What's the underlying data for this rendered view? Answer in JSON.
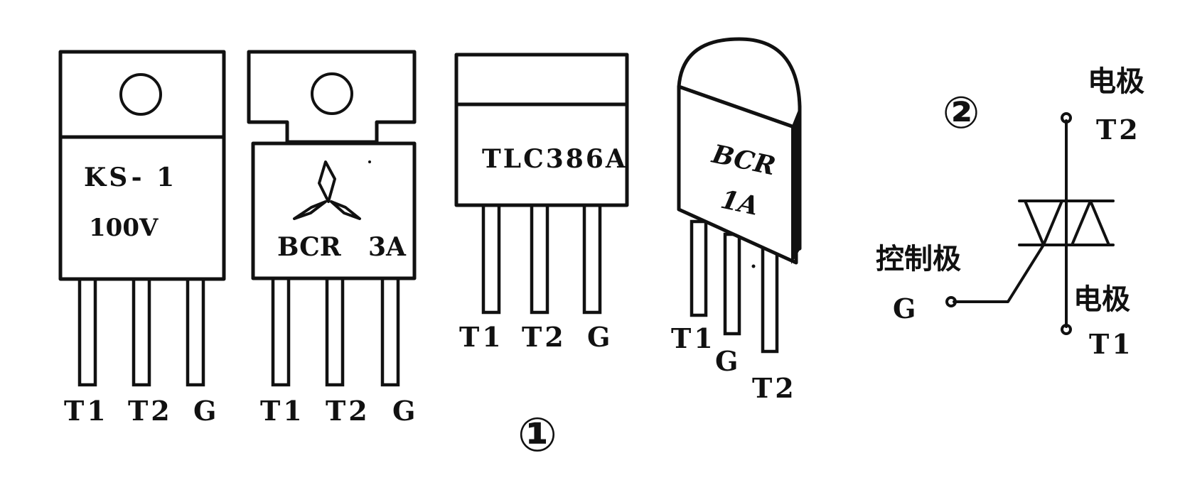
{
  "packages": [
    {
      "id": "ks1",
      "marking_line1": "KS- 1",
      "marking_line2": "100V",
      "pins": [
        "T1",
        "T2",
        "G"
      ]
    },
    {
      "id": "bcr3a",
      "marking_line1": "BCR",
      "marking_line2": "3A",
      "logo": "three-diamond-logo",
      "pins": [
        "T1",
        "T2",
        "G"
      ]
    },
    {
      "id": "tlc386a",
      "marking_line1": "TLC386A",
      "pins": [
        "T1",
        "T2",
        "G"
      ]
    },
    {
      "id": "bcr1a",
      "marking_line1": "BCR",
      "marking_line2": "1A",
      "pins": [
        "T1",
        "G",
        "T2"
      ]
    }
  ],
  "figure_labels": {
    "fig1": "①",
    "fig2": "②"
  },
  "symbol": {
    "t2_line1": "电极",
    "t2_line2": "T2",
    "t1_line1": "电极",
    "t1_line2": "T1",
    "gate_line1": "控制极",
    "gate_line2": "G"
  }
}
